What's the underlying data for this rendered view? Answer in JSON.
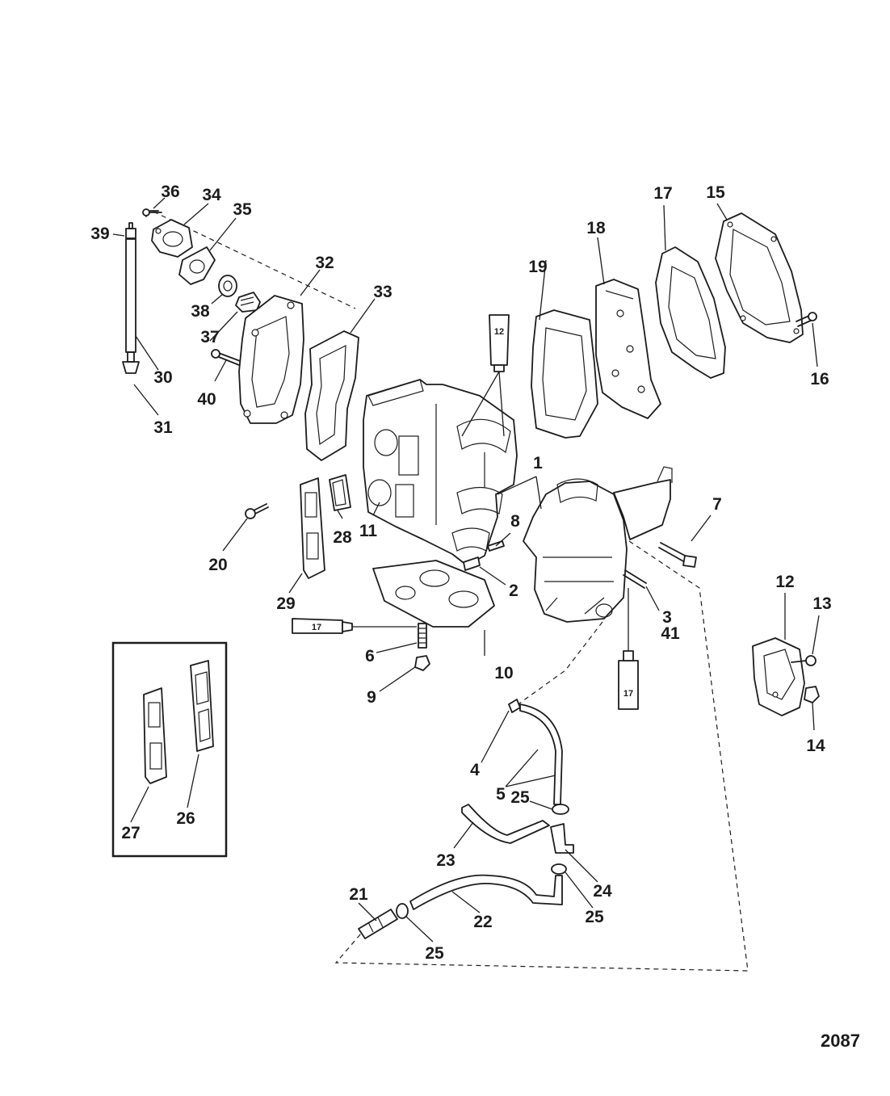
{
  "diagram": {
    "figure_id": "2087",
    "callouts": {
      "c1": "1",
      "c2": "2",
      "c3": "3",
      "c4": "4",
      "c5": "5",
      "c6": "6",
      "c7": "7",
      "c8": "8",
      "c9": "9",
      "c10": "10",
      "c11": "11",
      "c12": "12",
      "c13": "13",
      "c14": "14",
      "c15": "15",
      "c16": "16",
      "c17": "17",
      "c18": "18",
      "c19": "19",
      "c20": "20",
      "c21": "21",
      "c22": "22",
      "c23": "23",
      "c24": "24",
      "c25a": "25",
      "c25b": "25",
      "c25c": "25",
      "c26": "26",
      "c27": "27",
      "c28": "28",
      "c29": "29",
      "c30": "30",
      "c31": "31",
      "c32": "32",
      "c33": "33",
      "c34": "34",
      "c35": "35",
      "c36": "36",
      "c37": "37",
      "c38": "38",
      "c39": "39",
      "c40": "40",
      "c41": "41",
      "c12b": "12"
    },
    "tubes": {
      "tube_top": "12",
      "tube_left": "17",
      "tube_right": "17"
    }
  }
}
